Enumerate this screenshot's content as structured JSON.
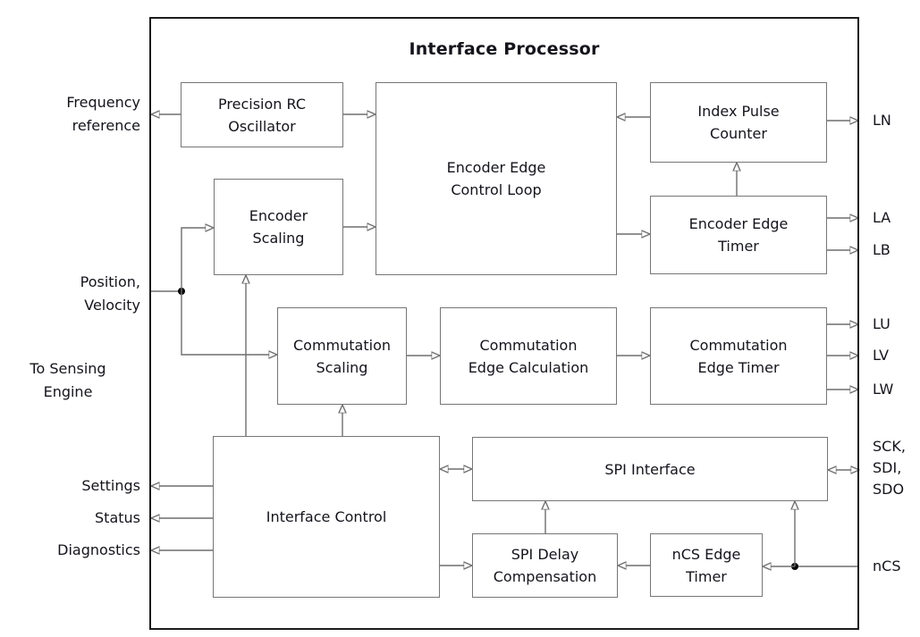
{
  "diagram": {
    "title": "Interface Processor",
    "blocks": {
      "precision_rc_oscillator": "Precision RC\nOscillator",
      "encoder_edge_control_loop": "Encoder Edge\nControl Loop",
      "index_pulse_counter": "Index Pulse\nCounter",
      "encoder_scaling": "Encoder\nScaling",
      "encoder_edge_timer": "Encoder Edge\nTimer",
      "commutation_scaling": "Commutation\nScaling",
      "commutation_edge_calculation": "Commutation\nEdge Calculation",
      "commutation_edge_timer": "Commutation\nEdge Timer",
      "interface_control": "Interface Control",
      "spi_interface": "SPI Interface",
      "spi_delay_compensation": "SPI Delay\nCompensation",
      "ncs_edge_timer": "nCS Edge\nTimer"
    },
    "external_labels": {
      "left": {
        "frequency_reference": "Frequency\nreference",
        "position_velocity": "Position,\nVelocity",
        "to_sensing_engine": "To Sensing\nEngine",
        "settings": "Settings",
        "status": "Status",
        "diagnostics": "Diagnostics"
      },
      "right": {
        "ln": "LN",
        "la": "LA",
        "lb": "LB",
        "lu": "LU",
        "lv": "LV",
        "lw": "LW",
        "spi_pins": "SCK,\nSDI,\nSDO",
        "ncs": "nCS"
      }
    },
    "colors": {
      "background": "#ffffff",
      "outer_border": "#1c1c1c",
      "box_border": "#767676",
      "connector_line": "#6f6f6f",
      "arrowhead": "#000000",
      "text": "#14141c"
    }
  }
}
